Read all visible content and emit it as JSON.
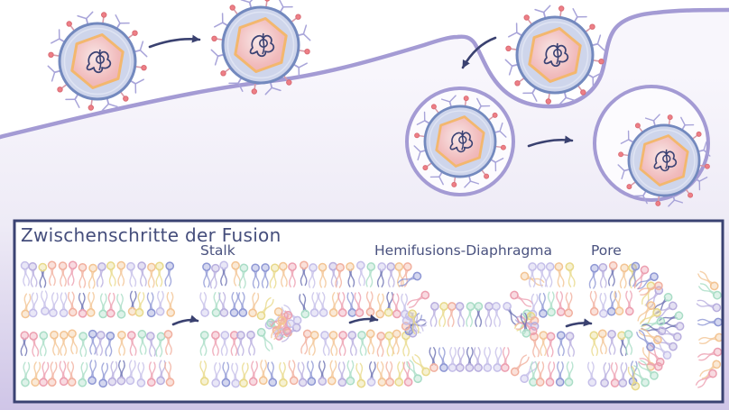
{
  "panel": {
    "title": "Zwischenschritte der Fusion",
    "stages": [
      {
        "id": "apposed-membranes",
        "label": ""
      },
      {
        "id": "stalk",
        "label": "Stalk"
      },
      {
        "id": "hemifusion-diaphragm",
        "label": "Hemifusions-Diaphragma"
      },
      {
        "id": "pore",
        "label": "Pore"
      }
    ]
  },
  "colors": {
    "membrane": "#a49bd4",
    "cell_interior_top": "#f8f6fc",
    "cell_interior_bottom": "#cfc5e7",
    "panel_background": "#ffffff",
    "panel_border": "#3a4272",
    "title_text": "#454e7c",
    "label_text": "#4a527f",
    "arrow": "#3a4170",
    "virus_envelope_fill": "#ced5eb",
    "virus_envelope_stroke": "#7389be",
    "capsid_stroke": "#f3b76e",
    "capsid_fill_center": "#f8e7e7",
    "capsid_fill_edge": "#ecaaad",
    "genome": "#3a4273",
    "spike_red": "#ee7f86",
    "spike_red_stem": "#d79aa8",
    "spike_lavender": "#a8a4d9",
    "vesicle_fill": "#fcfbfe"
  },
  "lipid_palette": [
    "#ec9fb0",
    "#f1b09f",
    "#f3c493",
    "#e8d98a",
    "#a9ddc6",
    "#8e97d4",
    "#c5bfe9",
    "#b8aede"
  ],
  "lipid_tail_accent": "#6a6fb2"
}
